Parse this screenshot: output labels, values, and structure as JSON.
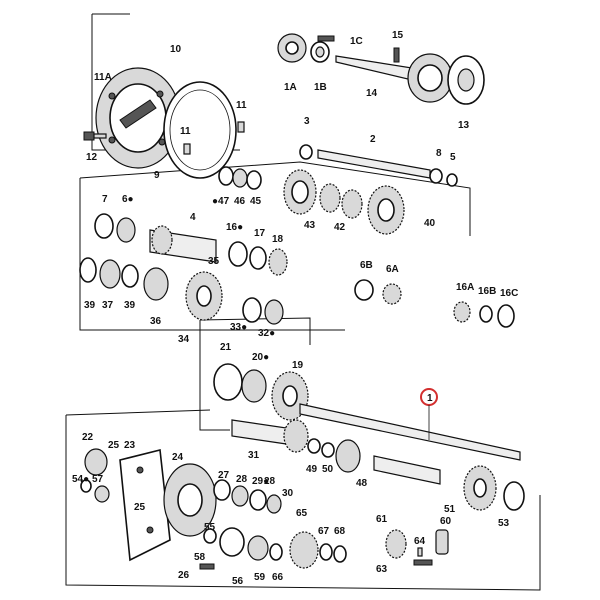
{
  "callouts": [
    {
      "text": "10"
    },
    {
      "text": "11A"
    },
    {
      "text": "11"
    },
    {
      "text": "11"
    },
    {
      "text": "9"
    },
    {
      "text": "12"
    },
    {
      "text": "1A"
    },
    {
      "text": "1B"
    },
    {
      "text": "1C"
    },
    {
      "text": "14"
    },
    {
      "text": "15"
    },
    {
      "text": "13"
    },
    {
      "text": "3"
    },
    {
      "text": "2"
    },
    {
      "text": "8"
    },
    {
      "text": "5"
    },
    {
      "text": "●47"
    },
    {
      "text": "46"
    },
    {
      "text": "45"
    },
    {
      "text": "43"
    },
    {
      "text": "42"
    },
    {
      "text": "40"
    },
    {
      "text": "7"
    },
    {
      "text": "6●"
    },
    {
      "text": "4"
    },
    {
      "text": "16●"
    },
    {
      "text": "17"
    },
    {
      "text": "18"
    },
    {
      "text": "6B"
    },
    {
      "text": "6A"
    },
    {
      "text": "39"
    },
    {
      "text": "37"
    },
    {
      "text": "39"
    },
    {
      "text": "36"
    },
    {
      "text": "34"
    },
    {
      "text": "35"
    },
    {
      "text": "33●"
    },
    {
      "text": "32●"
    },
    {
      "text": "16A"
    },
    {
      "text": "16B"
    },
    {
      "text": "16C"
    },
    {
      "text": "21"
    },
    {
      "text": "20●"
    },
    {
      "text": "19"
    },
    {
      "text": "1"
    },
    {
      "text": "22"
    },
    {
      "text": "25"
    },
    {
      "text": "23"
    },
    {
      "text": "24"
    },
    {
      "text": "31"
    },
    {
      "text": "49"
    },
    {
      "text": "50"
    },
    {
      "text": "48"
    },
    {
      "text": "51"
    },
    {
      "text": "53"
    },
    {
      "text": "54●"
    },
    {
      "text": "57"
    },
    {
      "text": "25"
    },
    {
      "text": "27"
    },
    {
      "text": "28"
    },
    {
      "text": "29●"
    },
    {
      "text": "28"
    },
    {
      "text": "30"
    },
    {
      "text": "55"
    },
    {
      "text": "58"
    },
    {
      "text": "26"
    },
    {
      "text": "56"
    },
    {
      "text": "59"
    },
    {
      "text": "66"
    },
    {
      "text": "65"
    },
    {
      "text": "67"
    },
    {
      "text": "68"
    },
    {
      "text": "61"
    },
    {
      "text": "64"
    },
    {
      "text": "60"
    },
    {
      "text": "63"
    }
  ],
  "highlight": {
    "text": "1",
    "color": "#d32f2f"
  },
  "colors": {
    "ink": "#111111",
    "paper": "#ffffff",
    "highlight": "#d32f2f"
  }
}
